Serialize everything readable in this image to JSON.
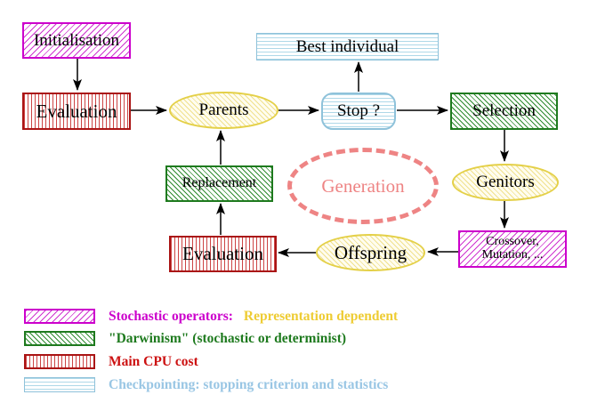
{
  "diagram": {
    "nodes": {
      "initialisation": "Initialisation",
      "evaluation_top": "Evaluation",
      "parents": "Parents",
      "best_individual": "Best individual",
      "stop": "Stop ?",
      "selection": "Selection",
      "replacement": "Replacement",
      "generation": "Generation",
      "genitors": "Genitors",
      "evaluation_bottom": "Evaluation",
      "offspring": "Offspring",
      "crossover_line1": "Crossover,",
      "crossover_line2": "Mutation, ..."
    },
    "legend": {
      "rows": [
        {
          "text1": "Stochastic operators:",
          "text2": "Representation dependent"
        },
        {
          "text1": "\"Darwinism\" (stochastic or determinist)",
          "text2": ""
        },
        {
          "text1": "Main CPU cost",
          "text2": ""
        },
        {
          "text1": "Checkpointing: stopping criterion and statistics",
          "text2": ""
        }
      ]
    },
    "colors": {
      "magenta": "#cc00cc",
      "gold": "#eecc33",
      "green": "#1e7a1e",
      "red": "#cc1111",
      "light_blue": "#99c6e4",
      "salmon": "#ee8484",
      "yellow_border": "#e4d048",
      "arrow_black": "#000000"
    }
  }
}
